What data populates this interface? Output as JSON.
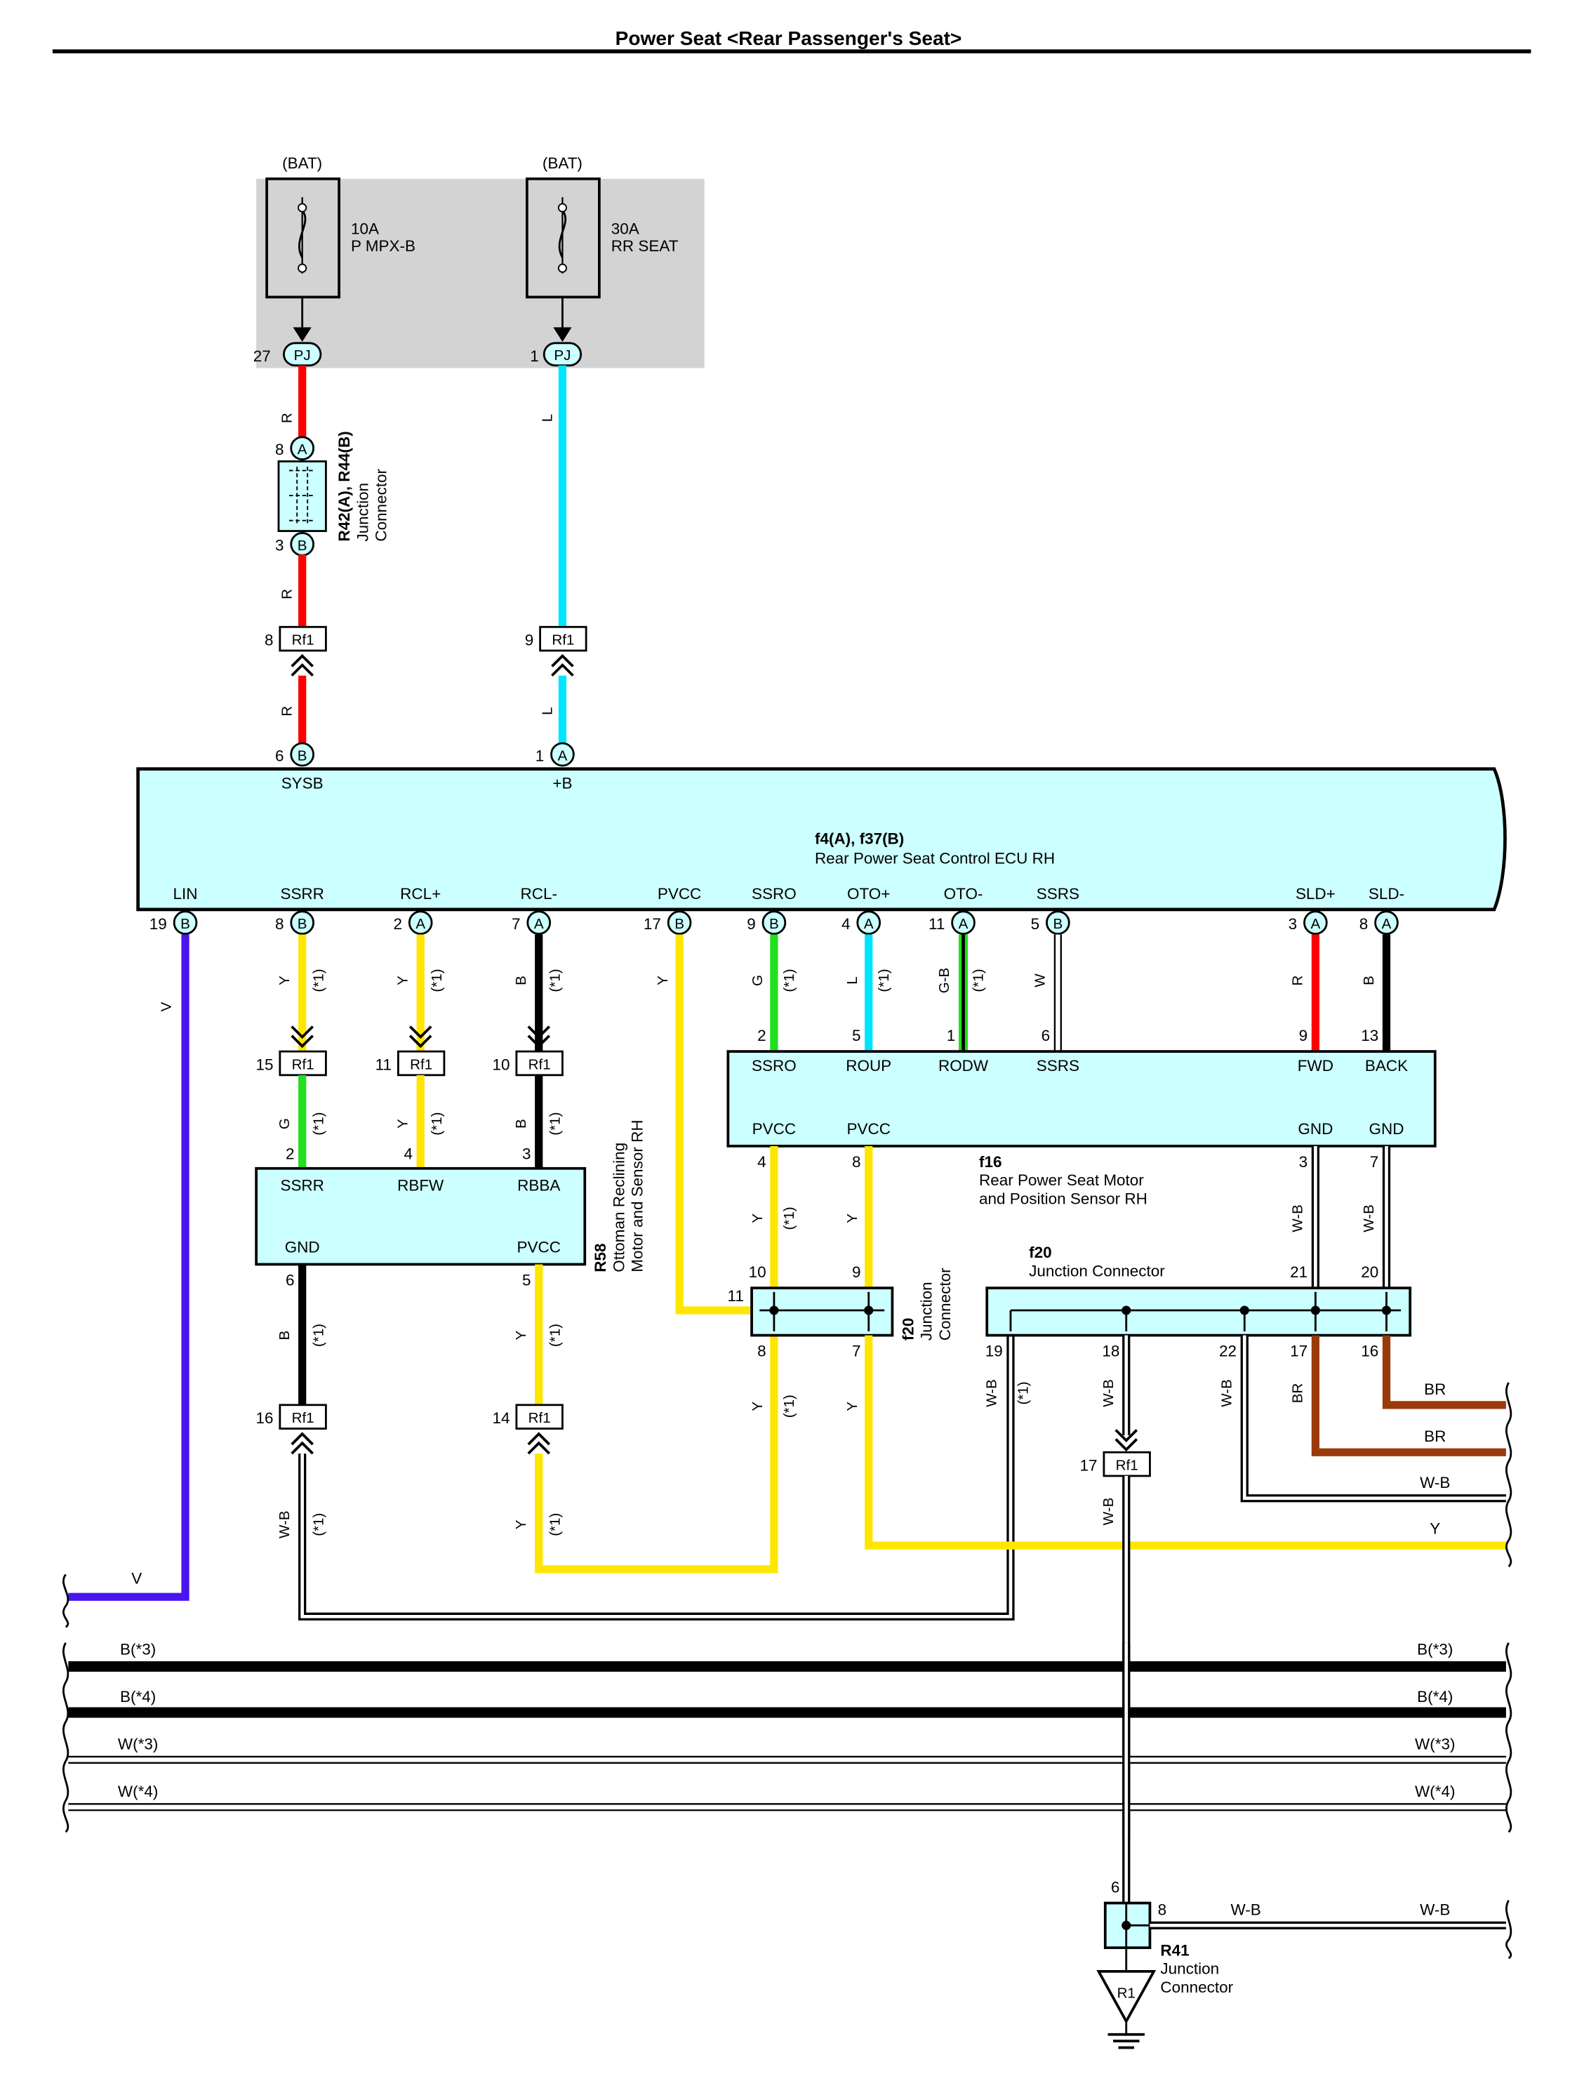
{
  "title": "Power Seat <Rear Passenger's Seat>",
  "colors": {
    "R": "#ff0000",
    "L": "#00e5ff",
    "Y": "#ffe600",
    "G": "#22e01e",
    "B": "#000000",
    "V": "#4a14f0",
    "BR": "#9a3a0a",
    "W": "#ffffff",
    "fuse_box": "#d3d3d3",
    "component": "#ccffff"
  },
  "fuses": [
    {
      "source": "(BAT)",
      "rating": "10A",
      "name": "P MPX-B",
      "pin": "27",
      "conn": "PJ"
    },
    {
      "source": "(BAT)",
      "rating": "30A",
      "name": "RR SEAT",
      "pin": "1",
      "conn": "PJ"
    }
  ],
  "junction_r42": {
    "id": "R42(A), R44(B)",
    "desc1": "Junction",
    "desc2": "Connector",
    "pin_top": "8",
    "conn_top": "A",
    "pin_bot": "3",
    "conn_bot": "B"
  },
  "ecu": {
    "id": "f4(A), f37(B)",
    "name": "Rear Power Seat Control ECU RH",
    "top_pins": [
      {
        "pin": "6",
        "conn": "B",
        "label": "SYSB"
      },
      {
        "pin": "1",
        "conn": "A",
        "label": "+B"
      }
    ],
    "bottom_pins": [
      {
        "pin": "19",
        "conn": "B",
        "label": "LIN"
      },
      {
        "pin": "8",
        "conn": "B",
        "label": "SSRR"
      },
      {
        "pin": "2",
        "conn": "A",
        "label": "RCL+"
      },
      {
        "pin": "7",
        "conn": "A",
        "label": "RCL-"
      },
      {
        "pin": "17",
        "conn": "B",
        "label": "PVCC"
      },
      {
        "pin": "9",
        "conn": "B",
        "label": "SSRO"
      },
      {
        "pin": "4",
        "conn": "A",
        "label": "OTO+"
      },
      {
        "pin": "11",
        "conn": "A",
        "label": "OTO-"
      },
      {
        "pin": "5",
        "conn": "B",
        "label": "SSRS"
      },
      {
        "pin": "3",
        "conn": "A",
        "label": "SLD+"
      },
      {
        "pin": "8",
        "conn": "A",
        "label": "SLD-"
      }
    ]
  },
  "rf1": "Rf1",
  "rf1_pins": {
    "p8": "8",
    "p9": "9",
    "p15": "15",
    "p11": "11",
    "p10": "10",
    "p16": "16",
    "p14": "14",
    "p17": "17"
  },
  "wire_labels": {
    "R": "R",
    "L": "L",
    "Y": "Y",
    "G": "G",
    "B": "B",
    "V": "V",
    "GB": "G-B",
    "W": "W",
    "WB": "W-B",
    "BR": "BR",
    "star1": "(*1)"
  },
  "r58": {
    "id": "R58",
    "desc1": "Ottoman Reclining",
    "desc2": "Motor and Sensor RH",
    "labels": [
      "SSRR",
      "RBFW",
      "RBBA",
      "GND",
      "PVCC"
    ],
    "pins": [
      "2",
      "4",
      "3",
      "6",
      "5"
    ]
  },
  "f16": {
    "id": "f16",
    "desc1": "Rear Power Seat Motor",
    "desc2": "and Position Sensor RH",
    "top_labels": [
      "SSRO",
      "ROUP",
      "RODW",
      "SSRS",
      "FWD",
      "BACK"
    ],
    "top_pins": [
      "2",
      "5",
      "1",
      "6",
      "9",
      "13"
    ],
    "bottom_labels": [
      "PVCC",
      "PVCC",
      "GND",
      "GND"
    ],
    "bottom_pins": [
      "4",
      "8",
      "3",
      "7"
    ]
  },
  "f20_small": {
    "id": "f20",
    "desc1": "Junction",
    "desc2": "Connector",
    "pins": [
      "10",
      "9",
      "11",
      "8",
      "7"
    ]
  },
  "f20_large": {
    "id": "f20",
    "desc": "Junction Connector",
    "pins": [
      "21",
      "20",
      "19",
      "18",
      "22",
      "17",
      "16"
    ]
  },
  "bus_lines": {
    "b3": "B(*3)",
    "b4": "B(*4)",
    "w3": "W(*3)",
    "w4": "W(*4)"
  },
  "r41": {
    "id": "R41",
    "desc1": "Junction",
    "desc2": "Connector",
    "pin_top": "6",
    "pin_right": "8",
    "ground": "R1"
  },
  "right_edge": {
    "br1": "BR",
    "br2": "BR",
    "wb": "W-B",
    "y": "Y",
    "wb_r41_1": "W-B",
    "wb_r41_2": "W-B"
  },
  "left_edge": {
    "v": "V"
  }
}
